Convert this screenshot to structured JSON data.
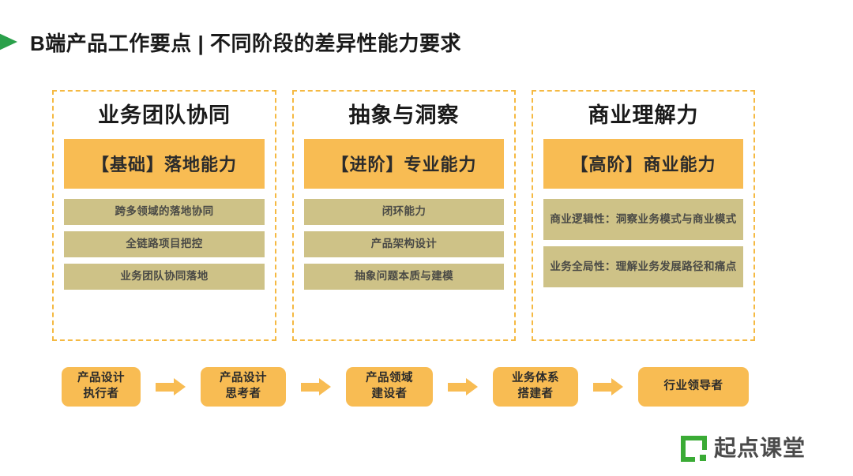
{
  "header": {
    "marker_icon": "green-triangle-icon",
    "title": "B端产品工作要点 | 不同阶段的差异性能力要求"
  },
  "panels": [
    {
      "heading": "业务团队协同",
      "capability": "【基础】落地能力",
      "items": [
        "跨多领域的落地协同",
        "全链路项目把控",
        "业务团队协同落地"
      ]
    },
    {
      "heading": "抽象与洞察",
      "capability": "【进阶】专业能力",
      "items": [
        "闭环能力",
        "产品架构设计",
        "抽象问题本质与建模"
      ]
    },
    {
      "heading": "商业理解力",
      "capability": "【高阶】商业能力",
      "items": [
        "商业逻辑性：洞察业务模式与商业模式",
        "业务全局性：理解业务发展路径和痛点"
      ]
    }
  ],
  "progression": {
    "arrow_icon": "right-arrow-icon",
    "steps": [
      "产品设计\n执行者",
      "产品设计\n思考者",
      "产品领域\n建设者",
      "业务体系\n搭建者",
      "行业领导者"
    ]
  },
  "footer": {
    "logo_icon": "bracket-square-logo-icon",
    "logo_text": "起点课堂"
  },
  "colors": {
    "accent_orange": "#f8bc53",
    "dashed_border": "#f5b942",
    "item_khaki": "#cec287",
    "brand_green": "#3aab35",
    "marker_green": "#2aa04a",
    "background": "#ffffff"
  }
}
